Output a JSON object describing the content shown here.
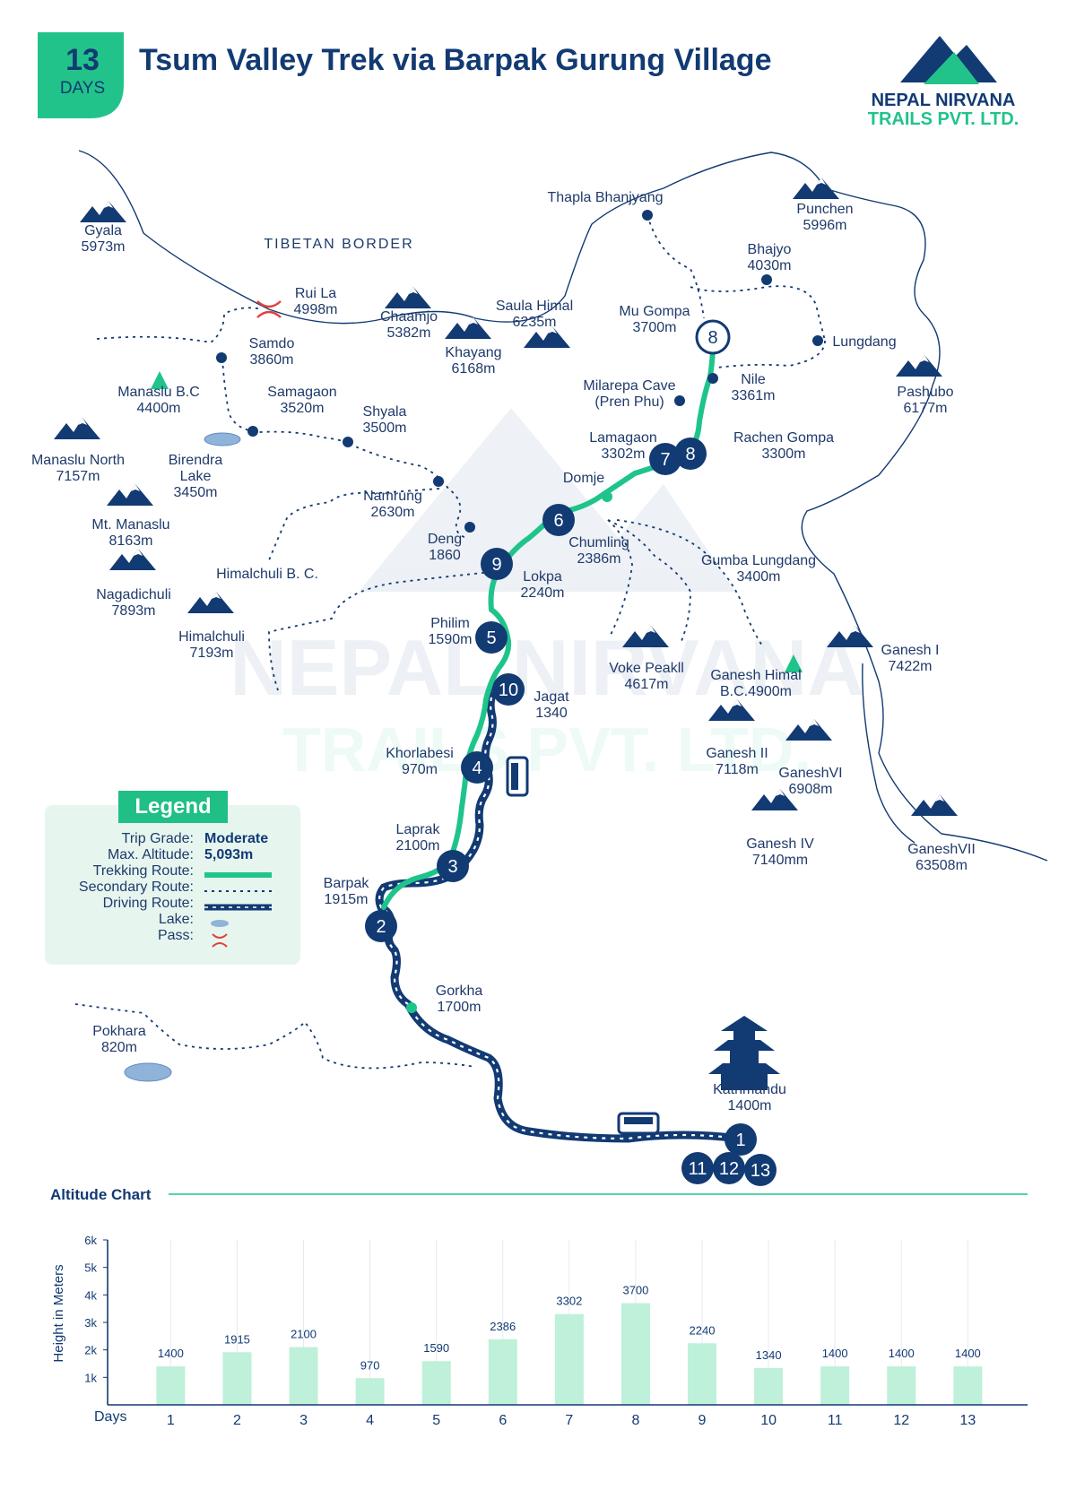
{
  "header": {
    "days_number": "13",
    "days_label": "DAYS",
    "title": "Tsum Valley Trek via Barpak Gurung Village",
    "logo_line1": "NEPAL NIRVANA",
    "logo_line2": "TRAILS PVT. LTD."
  },
  "watermark": {
    "line1": "NEPAL NIRVANA",
    "line2": "TRAILS PVT. LTD."
  },
  "map": {
    "border_label": "TIBETAN BORDER",
    "places": {
      "gyala": [
        "Gyala",
        "5973m"
      ],
      "rui_la": [
        "Rui La",
        "4998m"
      ],
      "chaamjo": [
        "Chaamjo",
        "5382m"
      ],
      "saula": [
        "Saula Himal",
        "6235m"
      ],
      "khayang": [
        "Khayang",
        "6168m"
      ],
      "thapla": [
        "Thapla Bhanjyang",
        ""
      ],
      "punchen": [
        "Punchen",
        "5996m"
      ],
      "bhajyo": [
        "Bhajyo",
        "4030m"
      ],
      "mu_gompa": [
        "Mu Gompa",
        "3700m"
      ],
      "lungdang": [
        "Lungdang",
        ""
      ],
      "samdo": [
        "Samdo",
        "3860m"
      ],
      "manaslu_bc": [
        "Manaslu B.C",
        "4400m"
      ],
      "samagaon": [
        "Samagaon",
        "3520m"
      ],
      "shyala": [
        "Shyala",
        "3500m"
      ],
      "milarepa": [
        "Milarepa Cave",
        "(Pren Phu)"
      ],
      "nile": [
        "Nile",
        "3361m"
      ],
      "pashubo": [
        "Pashubo",
        "6177m"
      ],
      "manaslu_north": [
        "Manaslu North",
        "7157m"
      ],
      "birendra": [
        "Birendra",
        "Lake",
        "3450m"
      ],
      "lamagaon": [
        "Lamagaon",
        "3302m"
      ],
      "rachen": [
        "Rachen Gompa",
        "3300m"
      ],
      "domje": [
        "Domje",
        ""
      ],
      "mt_manaslu": [
        "Mt. Manaslu",
        "8163m"
      ],
      "namrung": [
        "Namrung",
        "2630m"
      ],
      "deng": [
        "Deng",
        "1860"
      ],
      "chumling": [
        "Chumling",
        "2386m"
      ],
      "gumba": [
        "Gumba Lungdang",
        "3400m"
      ],
      "himalchuli_bc": [
        "Himalchuli B. C.",
        ""
      ],
      "nagadichuli": [
        "Nagadichuli",
        "7893m"
      ],
      "lokpa": [
        "Lokpa",
        "2240m"
      ],
      "philim": [
        "Philim",
        "1590m"
      ],
      "himalchuli": [
        "Himalchuli",
        "7193m"
      ],
      "voke": [
        "Voke Peakll",
        "4617m"
      ],
      "ganesh_bc": [
        "Ganesh Himal",
        "B.C.4900m"
      ],
      "ganesh1": [
        "Ganesh I",
        "7422m"
      ],
      "jagat": [
        "Jagat",
        "1340"
      ],
      "khorlabesi": [
        "Khorlabesi",
        "970m"
      ],
      "ganesh2": [
        "Ganesh II",
        "7118m"
      ],
      "ganesh6": [
        "GaneshVI",
        "6908m"
      ],
      "laprak": [
        "Laprak",
        "2100m"
      ],
      "ganesh4": [
        "Ganesh IV",
        "7140mm"
      ],
      "ganesh7": [
        "GaneshVII",
        "63508m"
      ],
      "barpak": [
        "Barpak",
        "1915m"
      ],
      "gorkha": [
        "Gorkha",
        "1700m"
      ],
      "pokhara": [
        "Pokhara",
        "820m"
      ],
      "kathmandu": [
        "Kathmandu",
        "1400m"
      ]
    },
    "day_markers": [
      "1",
      "2",
      "3",
      "4",
      "5",
      "6",
      "7",
      "8",
      "8",
      "9",
      "10",
      "11",
      "12",
      "13"
    ]
  },
  "legend": {
    "title": "Legend",
    "rows": [
      {
        "label": "Trip Grade:",
        "value": "Moderate"
      },
      {
        "label": "Max. Altitude:",
        "value": "5,093m"
      },
      {
        "label": "Trekking Route:",
        "value": ""
      },
      {
        "label": "Secondary Route:",
        "value": ""
      },
      {
        "label": "Driving Route:",
        "value": ""
      },
      {
        "label": "Lake:",
        "value": ""
      },
      {
        "label": "Pass:",
        "value": ""
      }
    ],
    "colors": {
      "trek": "#1fc48b",
      "drive": "#123a73",
      "panel": "#e6f6ef",
      "title_bg": "#1fbf86"
    }
  },
  "chart_data": {
    "type": "bar",
    "title": "Altitude Chart",
    "xlabel": "Days",
    "ylabel": "Height in Meters",
    "categories": [
      "1",
      "2",
      "3",
      "4",
      "5",
      "6",
      "7",
      "8",
      "9",
      "10",
      "11",
      "12",
      "13"
    ],
    "values": [
      1400,
      1915,
      2100,
      970,
      1590,
      2386,
      3302,
      3700,
      2240,
      1340,
      1400,
      1400,
      1400
    ],
    "ylim": [
      0,
      6000
    ],
    "yticks": [
      "1k",
      "2k",
      "3k",
      "4k",
      "5k",
      "6k"
    ],
    "grid": true,
    "bar_color": "#bff0d9"
  }
}
